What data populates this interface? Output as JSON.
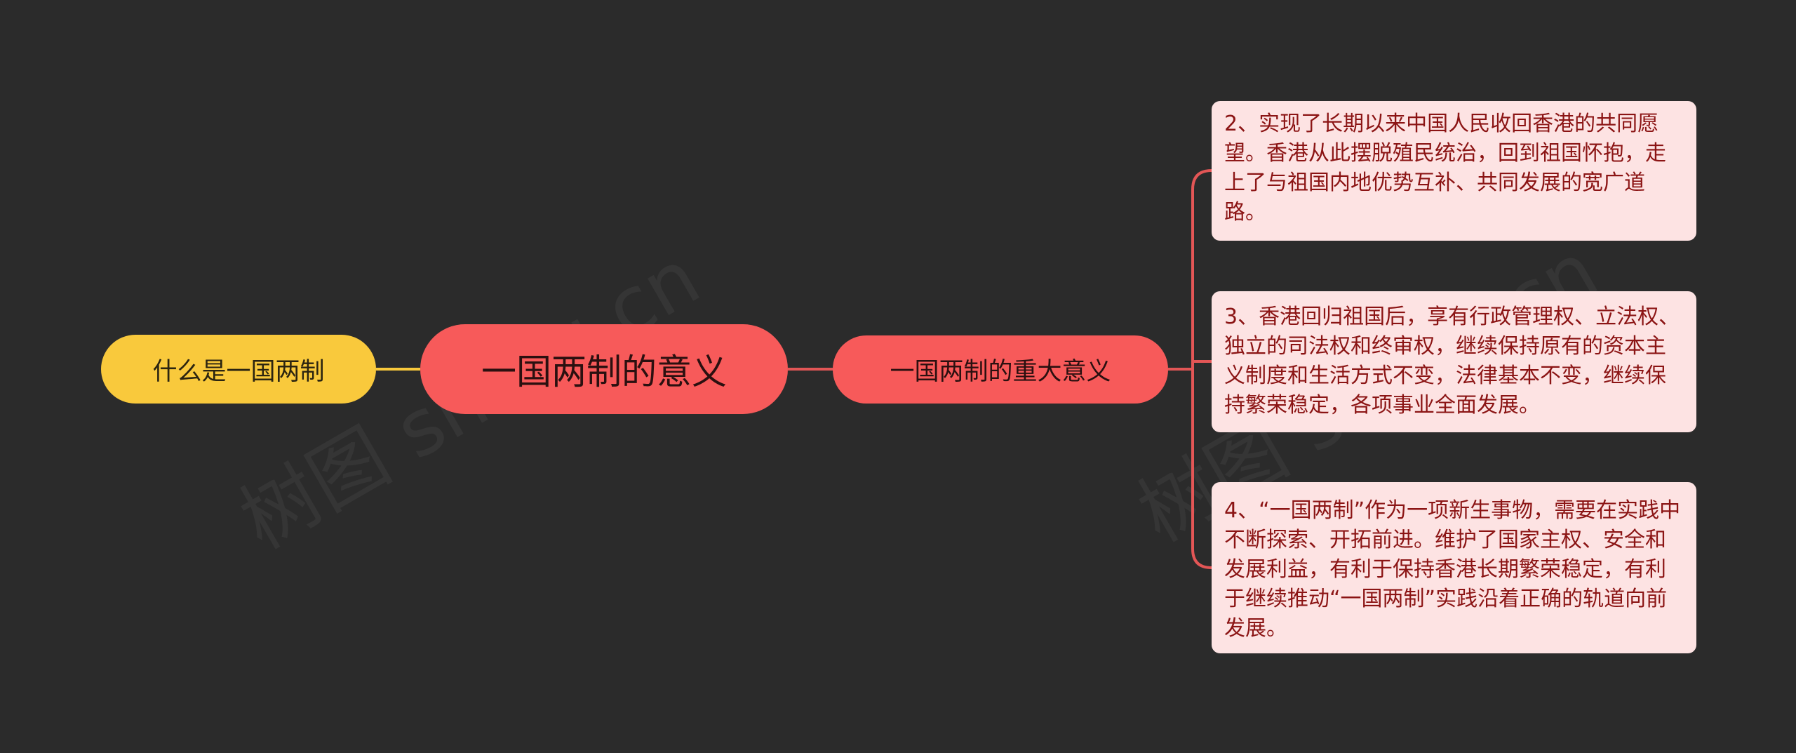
{
  "watermark": "树图 shutu.cn",
  "root": {
    "label": "一国两制的意义"
  },
  "left_node": {
    "label": "什么是一国两制"
  },
  "sub_node": {
    "label": "一国两制的重大意义"
  },
  "leaves": [
    {
      "text": "2、实现了长期以来中国人民收回香港的共同愿望。香港从此摆脱殖民统治，回到祖国怀抱，走上了与祖国内地优势互补、共同发展的宽广道路。"
    },
    {
      "text": "3、香港回归祖国后，享有行政管理权、立法权、独立的司法权和终审权，继续保持原有的资本主义制度和生活方式不变，法律基本不变，继续保持繁荣稳定，各项事业全面发展。"
    },
    {
      "text": "4、“一国两制”作为一项新生事物，需要在实践中不断探索、开拓前进。维护了国家主权、安全和发展利益，有利于保持香港长期繁荣稳定，有利于继续推动“一国两制”实践沿着正确的轨道向前发展。"
    }
  ],
  "colors": {
    "background": "#2b2b2b",
    "root": "#f75a5a",
    "left": "#f9c93c",
    "leaf_bg": "#fde3e3",
    "leaf_text": "#8b1414",
    "connector": "#e35656"
  }
}
